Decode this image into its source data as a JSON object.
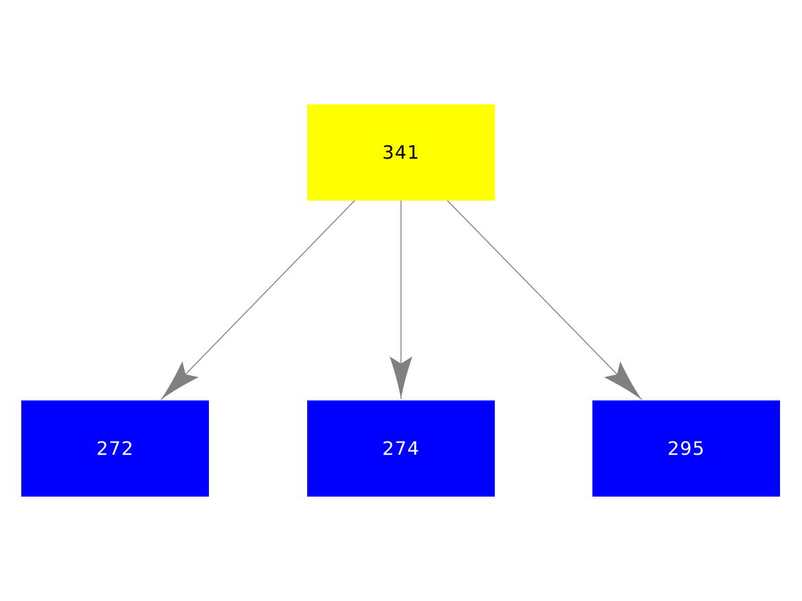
{
  "diagram": {
    "background_color": "#ffffff",
    "edge_color": "#808080",
    "nodes": [
      {
        "id": "root",
        "label": "341",
        "fill": "#ffff00",
        "text_color": "#000000"
      },
      {
        "id": "child-1",
        "label": "272",
        "fill": "#0000ff",
        "text_color": "#ffffff"
      },
      {
        "id": "child-2",
        "label": "274",
        "fill": "#0000ff",
        "text_color": "#ffffff"
      },
      {
        "id": "child-3",
        "label": "295",
        "fill": "#0000ff",
        "text_color": "#ffffff"
      }
    ],
    "edges": [
      {
        "from": "341",
        "to": "272"
      },
      {
        "from": "341",
        "to": "274"
      },
      {
        "from": "341",
        "to": "295"
      }
    ]
  }
}
